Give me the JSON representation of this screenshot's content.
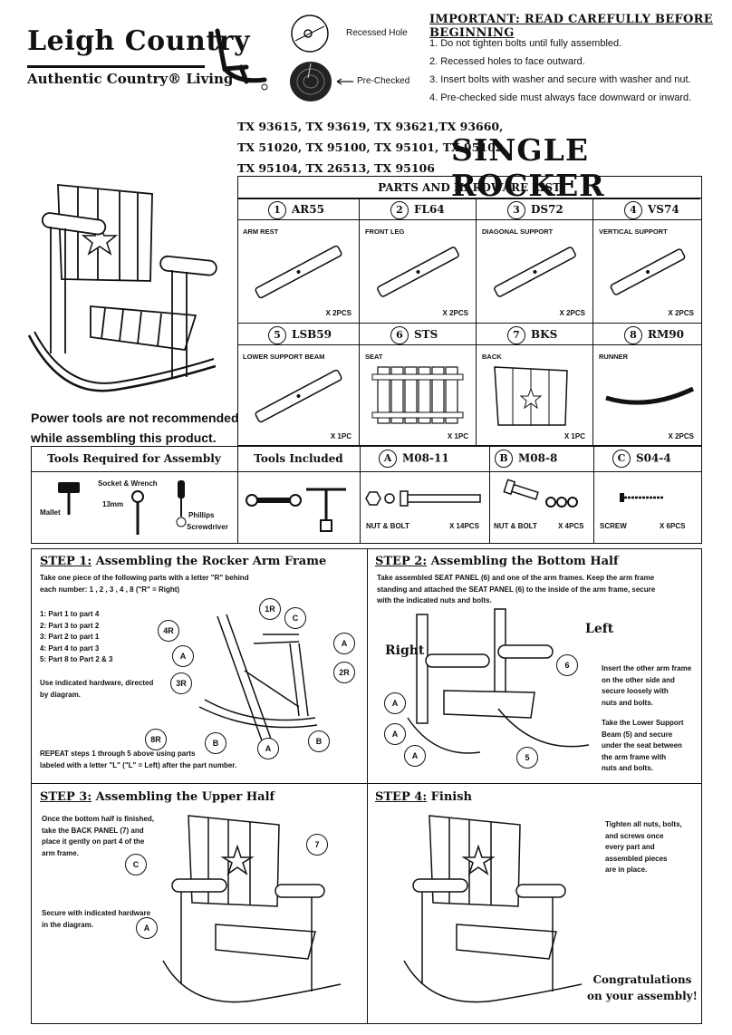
{
  "brand": {
    "name": "Leigh Country",
    "tagline": "Authentic Country® Living"
  },
  "legend": {
    "recessed": "Recessed Hole",
    "prechecked": "Pre-Checked"
  },
  "important": {
    "title": "IMPORTANT: READ CAREFULLY BEFORE BEGINNING",
    "items": [
      "1. Do not tighten bolts until fully assembled.",
      "2. Recessed holes to face outward.",
      "3. Insert bolts with washer and secure with washer and nut.",
      "4. Pre-checked side must always face downward or inward."
    ]
  },
  "models": [
    "TX 93615, TX 93619, TX 93621,TX 93660,",
    "TX 51020, TX 95100, TX 95101, TX 95102,",
    "TX 95104, TX 26513, TX 95106"
  ],
  "product_title": "SINGLE ROCKER",
  "warning": [
    "Power tools are not recommended",
    "while assembling this product."
  ],
  "parts": {
    "header": "PARTS AND HARDWARE LIST",
    "items": [
      {
        "num": "1",
        "code": "AR55",
        "name": "ARM REST",
        "qty": "X 2PCS"
      },
      {
        "num": "2",
        "code": "FL64",
        "name": "FRONT LEG",
        "qty": "X 2PCS"
      },
      {
        "num": "3",
        "code": "DS72",
        "name": "DIAGONAL SUPPORT",
        "qty": "X 2PCS"
      },
      {
        "num": "4",
        "code": "VS74",
        "name": "VERTICAL SUPPORT",
        "qty": "X 2PCS"
      },
      {
        "num": "5",
        "code": "LSB59",
        "name": "LOWER SUPPORT BEAM",
        "qty": "X 1PC"
      },
      {
        "num": "6",
        "code": "STS",
        "name": "SEAT",
        "qty": "X 1PC"
      },
      {
        "num": "7",
        "code": "BKS",
        "name": "BACK",
        "qty": "X 1PC"
      },
      {
        "num": "8",
        "code": "RM90",
        "name": "RUNNER",
        "qty": "X 2PCS"
      }
    ]
  },
  "tools": {
    "required_header": "Tools Required for Assembly",
    "included_header": "Tools Included",
    "mallet": "Mallet",
    "socket": "Socket & Wrench",
    "size": "13mm",
    "phillips": "Phillips",
    "screwdriver": "Screwdriver"
  },
  "hardware": [
    {
      "letter": "A",
      "code": "M08-11",
      "name": "NUT & BOLT",
      "qty": "X 14PCS"
    },
    {
      "letter": "B",
      "code": "M08-8",
      "name": "NUT & BOLT",
      "qty": "X 4PCS"
    },
    {
      "letter": "C",
      "code": "S04-4",
      "name": "SCREW",
      "qty": "X 6PCS"
    }
  ],
  "step1": {
    "label": "STEP 1:",
    "title": "Assembling the Rocker Arm Frame",
    "intro1": "Take one piece of the following parts with a letter \"R\" behind",
    "intro2": "each number: 1 , 2 , 3 , 4 , 8 (\"R\" = Right)",
    "list": [
      "1: Part 1 to part 4",
      "2: Part 3 to part 2",
      "3: Part 2 to part 1",
      "4: Part 4 to part 3",
      "5: Part 8 to Part 2 & 3"
    ],
    "hw1": "Use indicated hardware, directed",
    "hw2": "by diagram.",
    "rep1": "REPEAT steps 1 through 5 above using parts",
    "rep2": "labeled with a letter \"L\" (\"L\" = Left) after the part number.",
    "callouts": [
      "1R",
      "C",
      "4R",
      "A",
      "A",
      "3R",
      "2R",
      "8R",
      "B",
      "A",
      "B"
    ]
  },
  "step2": {
    "label": "STEP 2:",
    "title": "Assembling the Bottom Half",
    "p1": "Take assembled SEAT PANEL (6) and one of the arm frames. Keep the arm frame",
    "p2": "standing and attached the SEAT PANEL (6) to the inside of the arm frame, secure",
    "p3": "with the indicated nuts and bolts.",
    "left": "Left",
    "right": "Right",
    "note1": [
      "Insert the other arm frame",
      "on the other side and",
      "secure loosely with",
      "nuts and bolts."
    ],
    "note2": [
      "Take the Lower Support",
      "Beam (5) and secure",
      "under the seat between",
      "the arm frame with",
      "nuts and bolts."
    ],
    "callouts": [
      "6",
      "A",
      "A",
      "A",
      "5"
    ]
  },
  "step3": {
    "label": "STEP 3:",
    "title": "Assembling the Upper Half",
    "p": [
      "Once the bottom half is finished,",
      "take the BACK PANEL (7) and",
      "place it gently on part 4 of the",
      "arm frame."
    ],
    "secure": [
      "Secure with indicated hardware",
      "in the diagram."
    ],
    "callouts": [
      "C",
      "7",
      "A"
    ]
  },
  "step4": {
    "label": "STEP 4:",
    "title": "Finish",
    "p": [
      "Tighten all nuts, bolts,",
      "and screws once",
      "every part and",
      "assembled pieces",
      "are in place."
    ],
    "congrats": [
      "Congratulations",
      "on your assembly!"
    ]
  }
}
